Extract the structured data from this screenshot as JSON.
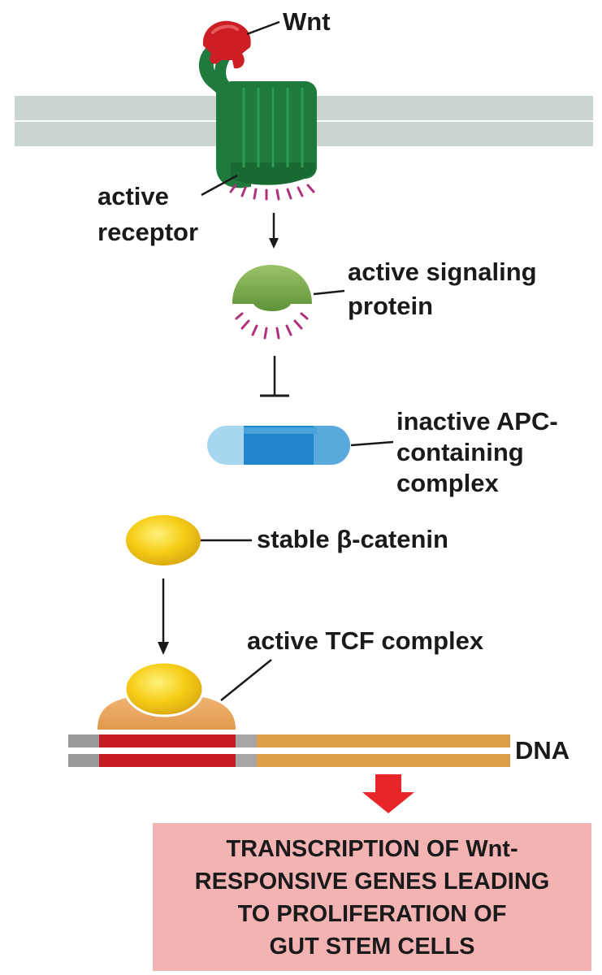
{
  "labels": {
    "wnt": "Wnt",
    "active_receptor": [
      "active",
      "receptor"
    ],
    "active_signaling_protein": [
      "active signaling",
      "protein"
    ],
    "inactive_apc_complex": [
      "inactive APC-",
      "containing",
      "complex"
    ],
    "stable_beta_catenin": "stable β-catenin",
    "active_tcf_complex": "active TCF complex",
    "dna": "DNA"
  },
  "outcome_box": {
    "lines": [
      "TRANSCRIPTION OF Wnt-",
      "RESPONSIVE GENES LEADING",
      "TO PROLIFERATION OF",
      "GUT STEM CELLS"
    ]
  },
  "colors": {
    "membrane": "#cbd5cf",
    "wnt": "#cc1e24",
    "receptor": "#1f7a3d",
    "signaling_protein": "#7cab4e",
    "activity_ticks": "#b0327c",
    "apc_light": "#9cd0ee",
    "apc_dark": "#1f86cb",
    "beta_catenin": "#f6cd17",
    "tcf": "#eca65d",
    "dna_red": "#c81c24",
    "dna_orange": "#df9e48",
    "dna_gray": "#9a9a9a",
    "outcome_arrow": "#e8262a",
    "outcome_box": "#f4b3b3"
  }
}
